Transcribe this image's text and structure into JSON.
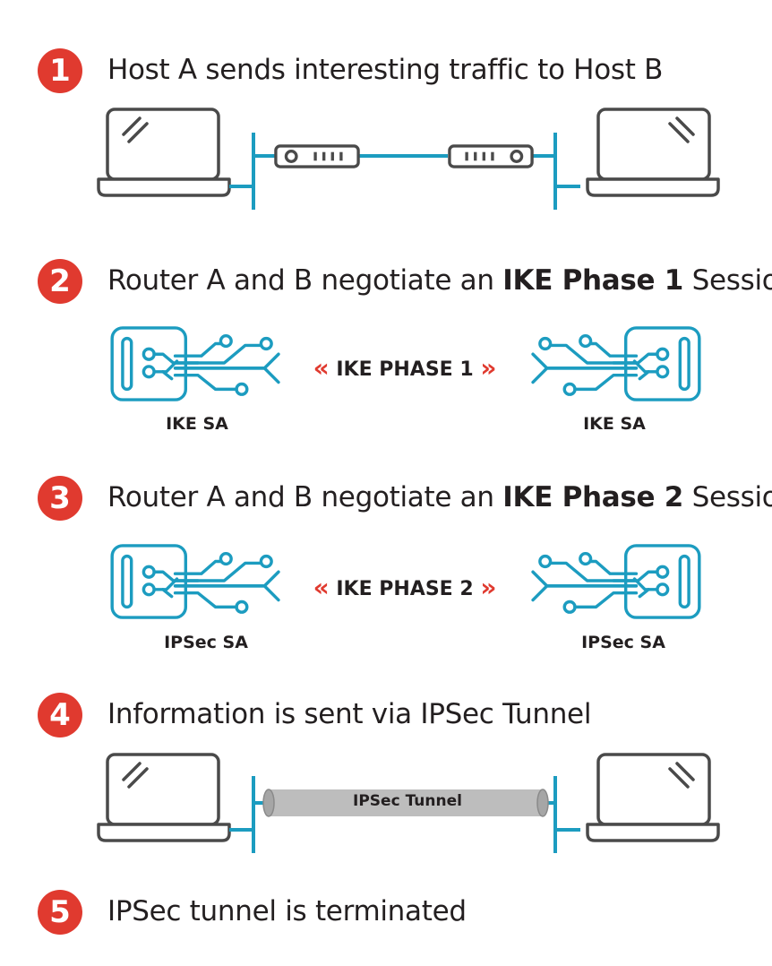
{
  "steps": [
    {
      "number": "1",
      "text": "Host A sends interesting traffic to Host B"
    },
    {
      "number": "2",
      "text_before": "Router A and B negotiate an ",
      "text_bold": "IKE Phase 1",
      "text_after": " Session",
      "left_label": "IKE SA",
      "right_label": "IKE SA",
      "center_label": "IKE PHASE 1"
    },
    {
      "number": "3",
      "text_before": "Router A and B negotiate an ",
      "text_bold": "IKE Phase 2",
      "text_after": " Session",
      "left_label": "IPSec SA",
      "right_label": "IPSec SA",
      "center_label": "IKE PHASE 2"
    },
    {
      "number": "4",
      "text": "Information is sent via IPSec Tunnel",
      "tunnel_label": "IPSec Tunnel"
    },
    {
      "number": "5",
      "text": "IPSec tunnel is terminated"
    }
  ],
  "quote_left": "«",
  "quote_right": "»",
  "colors": {
    "accent": "#e03a2f",
    "network": "#1c9cc0",
    "device": "#4a4a4a",
    "tunnel": "#bdbdbd"
  },
  "icons": [
    "laptop-icon",
    "router-icon",
    "security-association-icon"
  ]
}
